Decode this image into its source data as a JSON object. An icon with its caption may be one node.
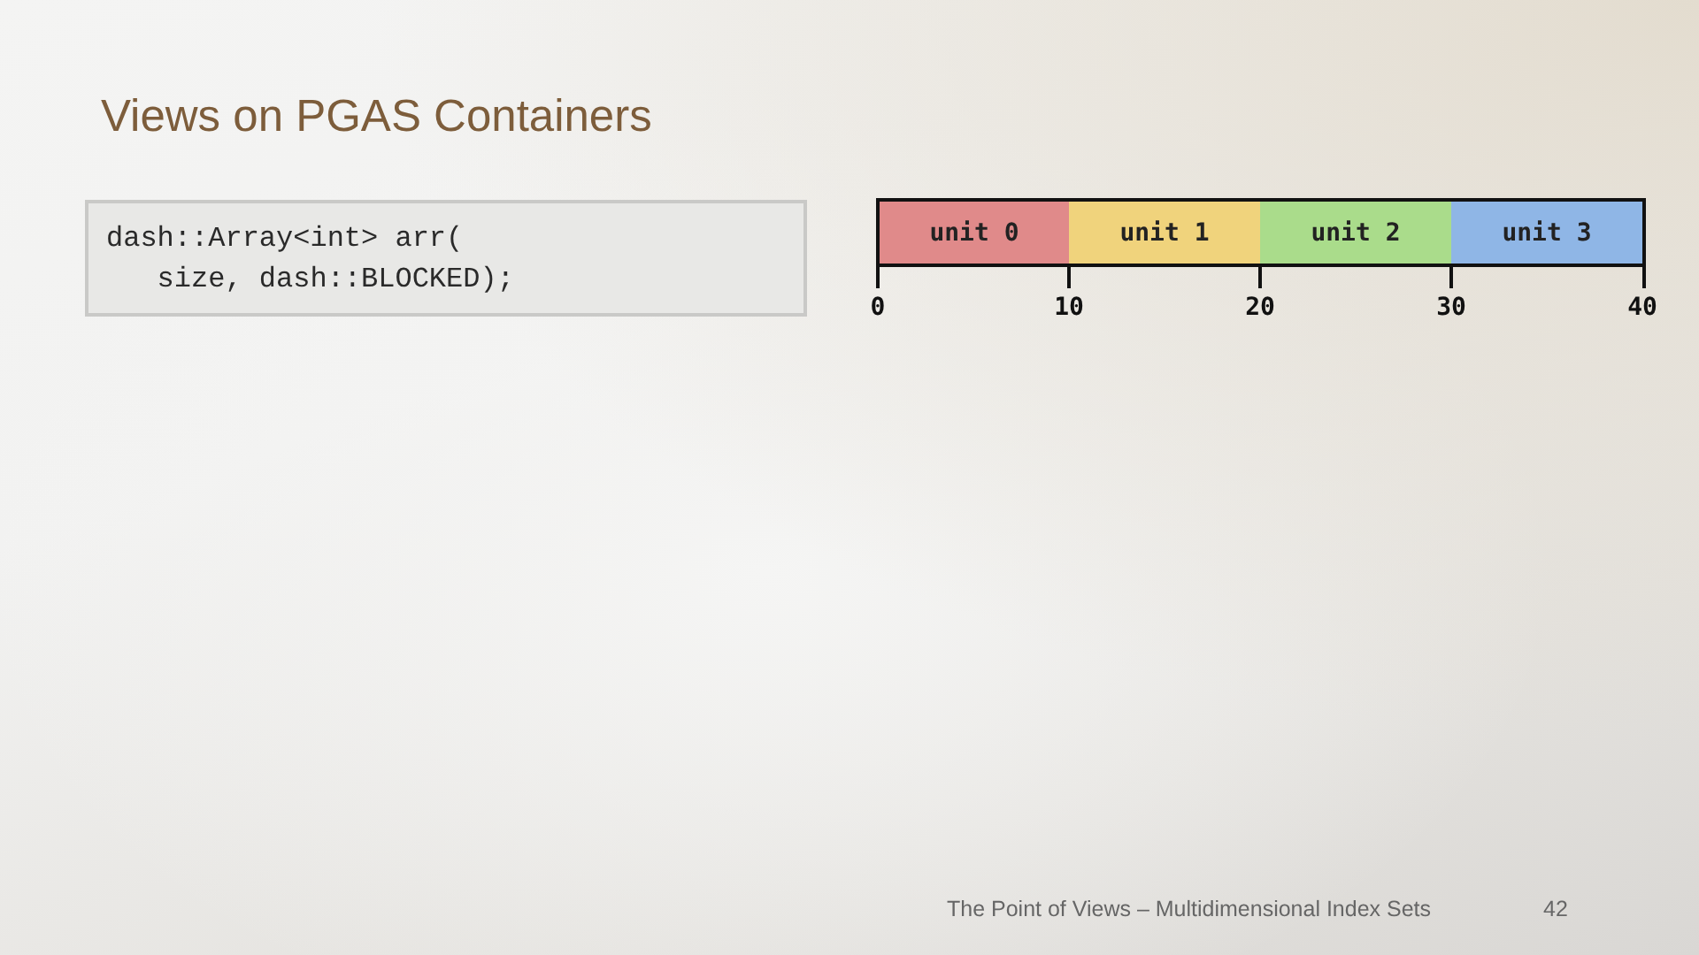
{
  "diagram": {
    "title": "Views on PGAS Containers",
    "nodes": [
      {
        "text": [
          "dash::Array<int> arr( size, dash::BLOCKED);"
        ]
      },
      {
        "text": [
          "unit 0"
        ]
      },
      {
        "text": [
          "unit 1"
        ]
      },
      {
        "text": [
          "unit 2"
        ]
      },
      {
        "text": [
          "unit 3"
        ]
      }
    ],
    "labels": [
      "0",
      "10",
      "20",
      "30",
      "40",
      "The Point of Views – Multidimensional Index Sets",
      "42"
    ]
  }
}
